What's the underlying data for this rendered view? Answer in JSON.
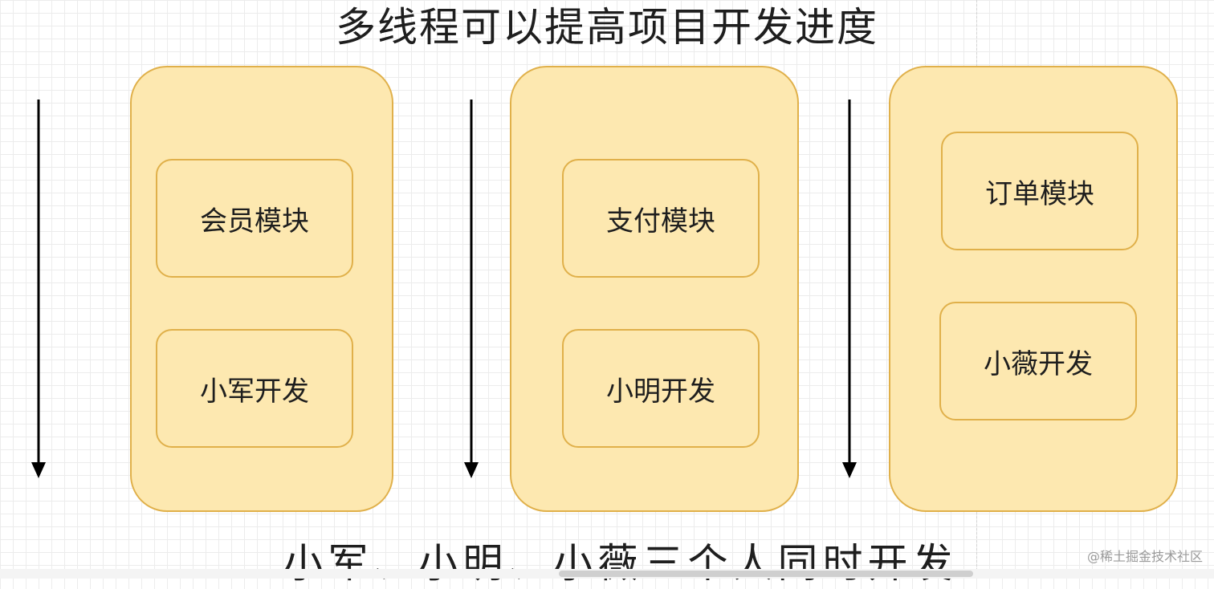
{
  "diagram": {
    "title": "多线程可以提高项目开发进度",
    "caption": "小军、小明、小薇三个人同时开发",
    "columns": [
      {
        "module": "会员模块",
        "developer": "小军开发"
      },
      {
        "module": "支付模块",
        "developer": "小明开发"
      },
      {
        "module": "订单模块",
        "developer": "小薇开发"
      }
    ],
    "colors": {
      "box_fill": "#fde8b0",
      "box_border": "#e0b04a",
      "arrow": "#000000",
      "text": "#1e1e1e"
    }
  },
  "watermark": "@稀土掘金技术社区"
}
